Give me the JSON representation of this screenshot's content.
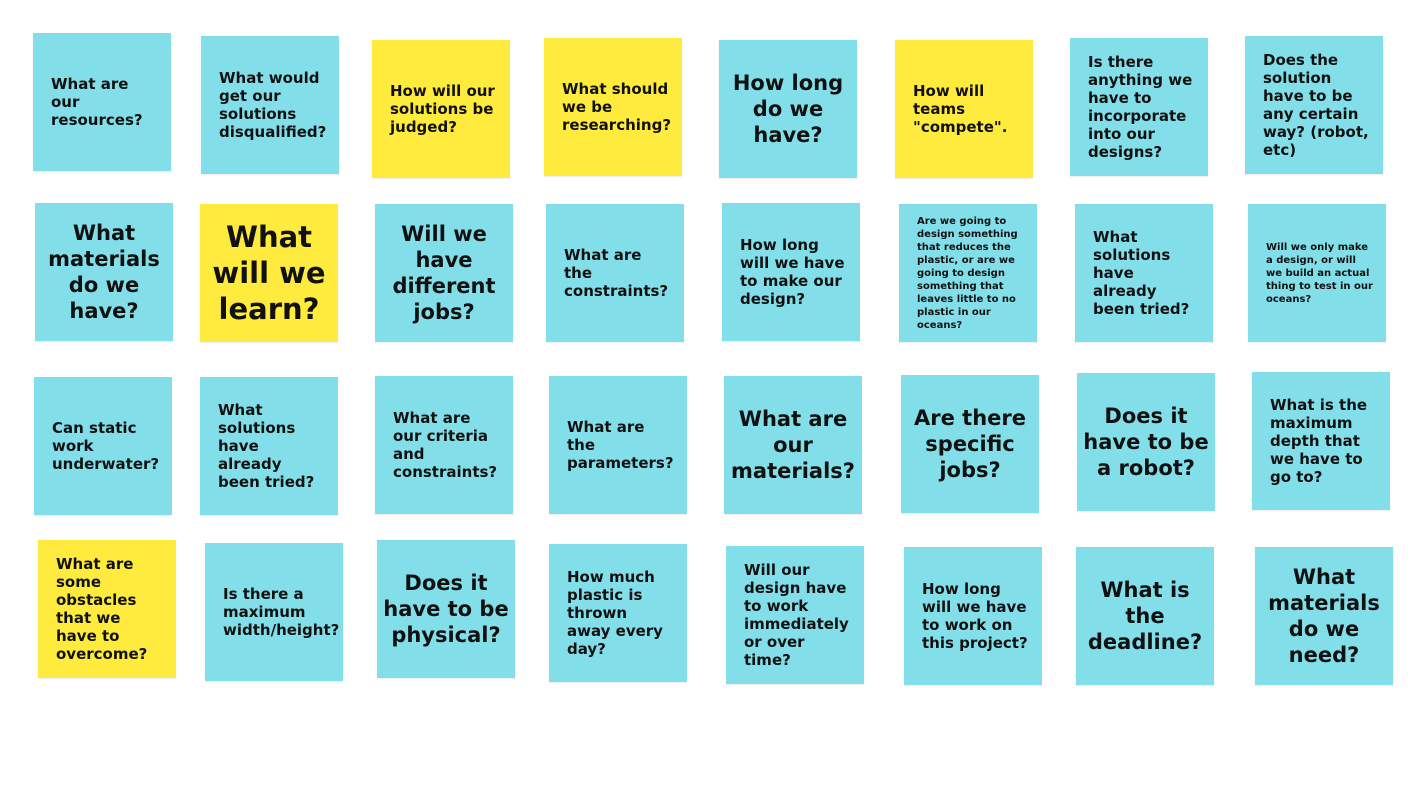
{
  "colors": {
    "blue": "#82DFE9",
    "yellow": "#FFEB3D",
    "background": "#FFFFFF",
    "text": "#111111"
  },
  "notes": [
    {
      "text": "What are our resources?",
      "color": "blue",
      "size": "sm",
      "align": "left"
    },
    {
      "text": "What would get our solutions disqualified?",
      "color": "blue",
      "size": "sm",
      "align": "left"
    },
    {
      "text": "How will our solutions be judged?",
      "color": "yellow",
      "size": "sm",
      "align": "left"
    },
    {
      "text": "What should we be researching?",
      "color": "yellow",
      "size": "sm",
      "align": "left"
    },
    {
      "text": "How long do we have?",
      "color": "blue",
      "size": "lg",
      "align": "center"
    },
    {
      "text": "How will teams \"compete\".",
      "color": "yellow",
      "size": "sm",
      "align": "left"
    },
    {
      "text": "Is there anything we have to incorporate into our designs?",
      "color": "blue",
      "size": "sm",
      "align": "left"
    },
    {
      "text": "Does the solution have to be any certain way? (robot, etc)",
      "color": "blue",
      "size": "sm",
      "align": "left"
    },
    {
      "text": "What materials do we have?",
      "color": "blue",
      "size": "lg",
      "align": "center"
    },
    {
      "text": "What will we learn?",
      "color": "yellow",
      "size": "xl",
      "align": "center"
    },
    {
      "text": "Will we have different jobs?",
      "color": "blue",
      "size": "lg",
      "align": "center"
    },
    {
      "text": "What are the constraints?",
      "color": "blue",
      "size": "sm",
      "align": "left"
    },
    {
      "text": "How long will we have to make our design?",
      "color": "blue",
      "size": "sm",
      "align": "left"
    },
    {
      "text": "Are we going to design something that reduces the plastic, or are we going to design something that leaves little to no plastic in our oceans?",
      "color": "blue",
      "size": "xs",
      "align": "left"
    },
    {
      "text": "What solutions have already been tried?",
      "color": "blue",
      "size": "sm",
      "align": "left"
    },
    {
      "text": "Will we only make a design, or will we build an actual thing to test in our oceans?",
      "color": "blue",
      "size": "xs",
      "align": "left"
    },
    {
      "text": "Can static work underwater?",
      "color": "blue",
      "size": "sm",
      "align": "left"
    },
    {
      "text": "What solutions have already been tried?",
      "color": "blue",
      "size": "sm",
      "align": "left"
    },
    {
      "text": "What are our criteria and constraints?",
      "color": "blue",
      "size": "sm",
      "align": "left"
    },
    {
      "text": "What are the parameters?",
      "color": "blue",
      "size": "sm",
      "align": "left"
    },
    {
      "text": "What are our materials?",
      "color": "blue",
      "size": "lg",
      "align": "center"
    },
    {
      "text": "Are there specific jobs?",
      "color": "blue",
      "size": "lg",
      "align": "center"
    },
    {
      "text": "Does it have to be a robot?",
      "color": "blue",
      "size": "lg",
      "align": "center"
    },
    {
      "text": "What is the maximum depth that we have to go to?",
      "color": "blue",
      "size": "sm",
      "align": "left"
    },
    {
      "text": "What are some obstacles that we have to overcome?",
      "color": "yellow",
      "size": "sm",
      "align": "left"
    },
    {
      "text": "Is there a maximum width/height?",
      "color": "blue",
      "size": "sm",
      "align": "left"
    },
    {
      "text": "Does it have to be physical?",
      "color": "blue",
      "size": "lg",
      "align": "center"
    },
    {
      "text": "How much plastic is thrown away every day?",
      "color": "blue",
      "size": "sm",
      "align": "left"
    },
    {
      "text": "Will our design have to work immediately or over time?",
      "color": "blue",
      "size": "sm",
      "align": "left"
    },
    {
      "text": "How long will we have to work on this project?",
      "color": "blue",
      "size": "sm",
      "align": "left"
    },
    {
      "text": "What is the deadline?",
      "color": "blue",
      "size": "lg",
      "align": "center"
    },
    {
      "text": "What materials do we need?",
      "color": "blue",
      "size": "lg",
      "align": "center"
    }
  ]
}
